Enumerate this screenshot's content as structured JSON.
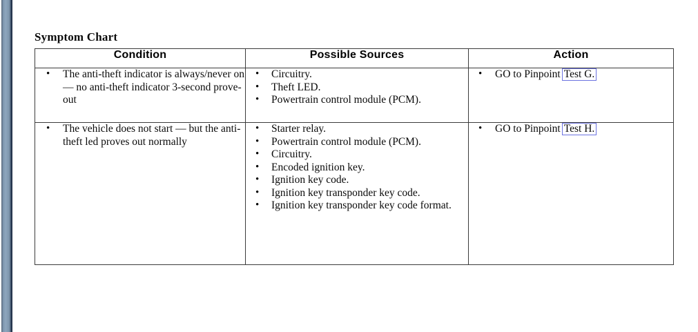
{
  "document": {
    "title": "Symptom Chart",
    "left_edge_bar_color": "#7b93ab",
    "page_background": "#ffffff",
    "link_border_color": "#6b72e0"
  },
  "table": {
    "headers": {
      "condition": "Condition",
      "possible_sources": "Possible Sources",
      "action": "Action"
    },
    "rows": [
      {
        "condition": [
          "The anti-theft indicator is always/never on — no anti-theft indicator 3-second prove-out"
        ],
        "possible_sources": [
          "Circuitry.",
          "Theft LED.",
          "Powertrain control module (PCM)."
        ],
        "action": {
          "prefix": "GO to Pinpoint",
          "link": "Test G."
        }
      },
      {
        "condition": [
          "The vehicle does not start — but the anti-theft led proves out normally"
        ],
        "possible_sources": [
          "Starter relay.",
          "Powertrain control module (PCM).",
          "Circuitry.",
          "Encoded ignition key.",
          "Ignition key code.",
          "Ignition key transponder key code.",
          "Ignition key transponder key code format."
        ],
        "action": {
          "prefix": "GO to Pinpoint",
          "link": "Test H."
        }
      }
    ]
  }
}
